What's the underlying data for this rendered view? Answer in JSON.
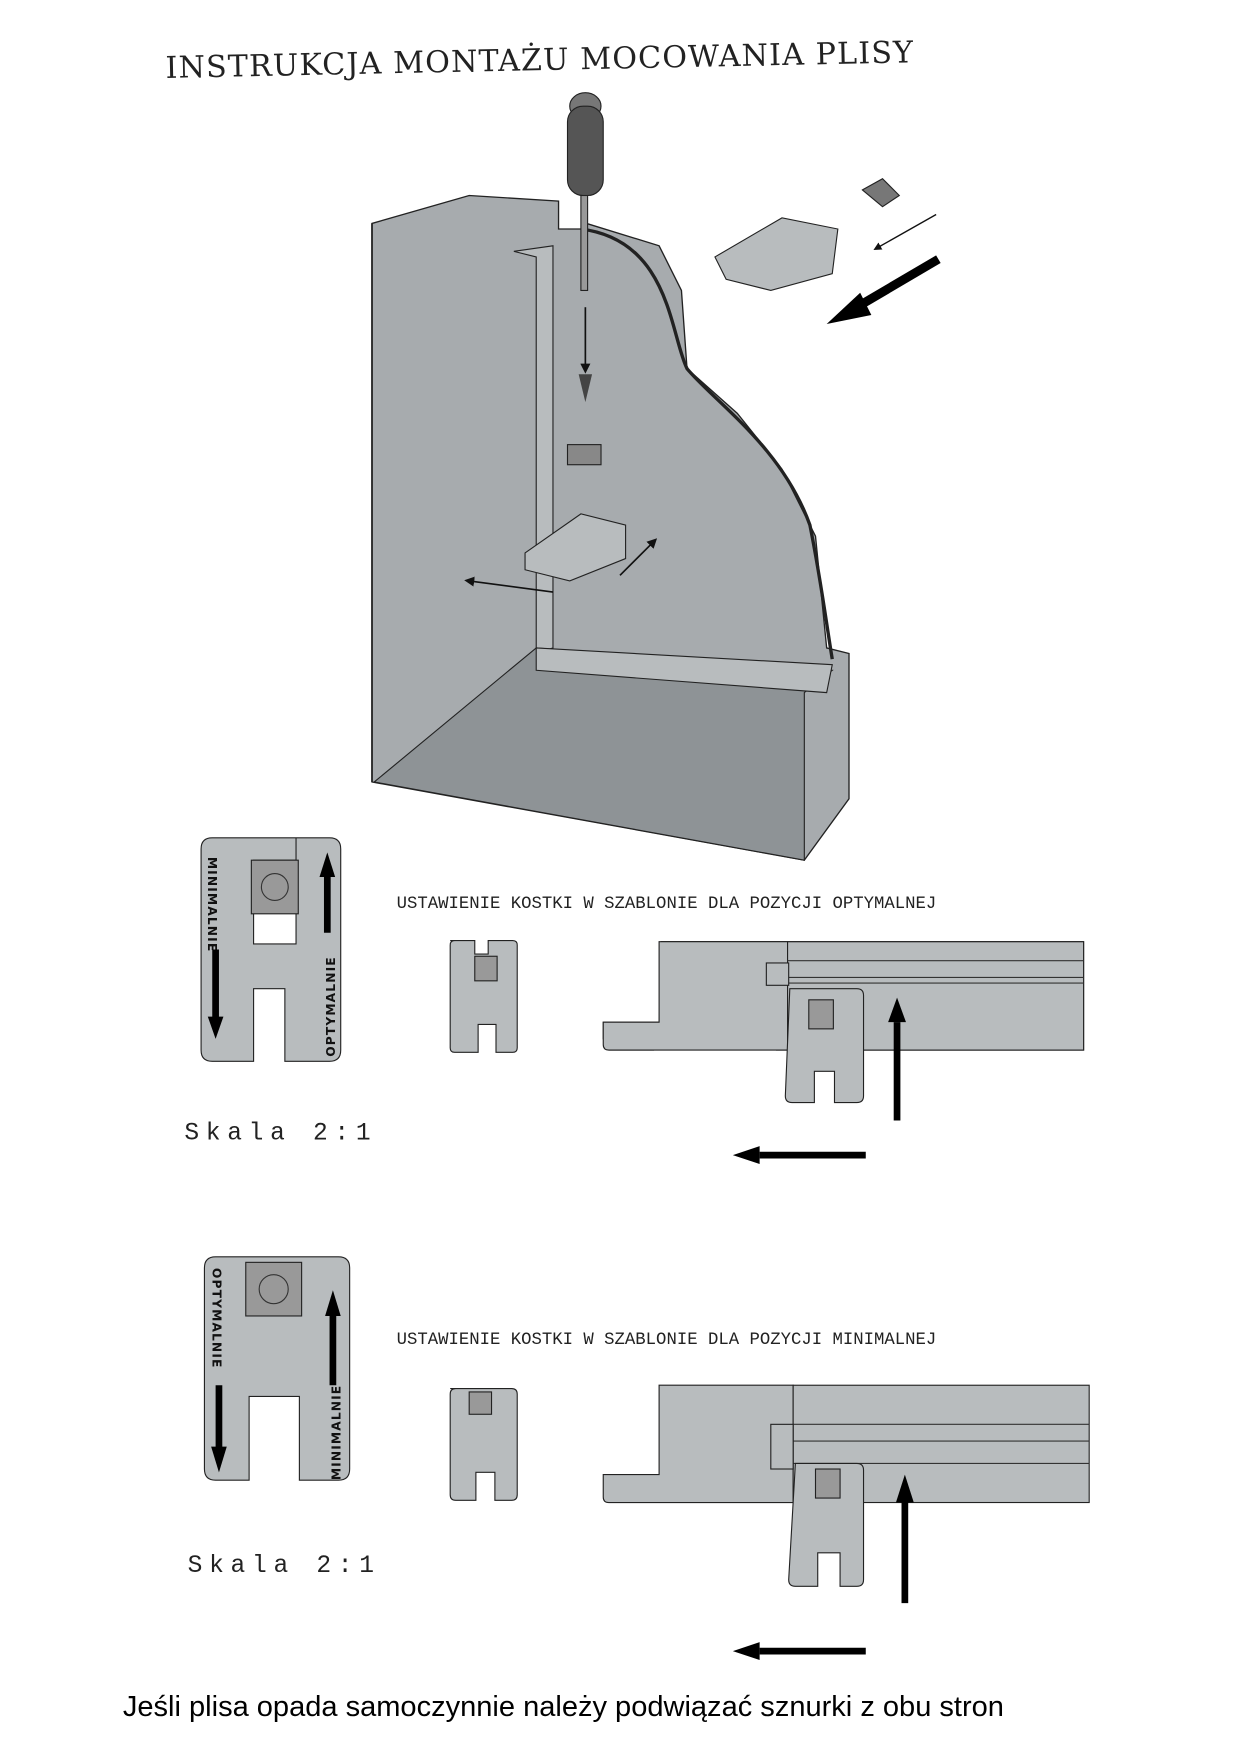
{
  "document": {
    "title": "INSTRUKCJA MONTAŻU MOCOWANIA PLISY",
    "section_optimal": {
      "heading": "USTAWIENIE KOSTKI W SZABLONIE DLA POZYCJI OPTYMALNEJ",
      "scale": "Skala  2:1",
      "block_label_left": "MINIMALNIE",
      "block_label_right": "OPTYMALNIE"
    },
    "section_minimal": {
      "heading": "USTAWIENIE KOSTKI W SZABLONIE DLA POZYCJI MINIMALNEJ",
      "scale": "Skala  2:1",
      "block_label_left": "OPTYMALNIE",
      "block_label_right": "MINIMALNIE"
    },
    "footer_note": "Jeśli plisa opada samoczynnie należy podwiązać sznurki z obu stron"
  }
}
